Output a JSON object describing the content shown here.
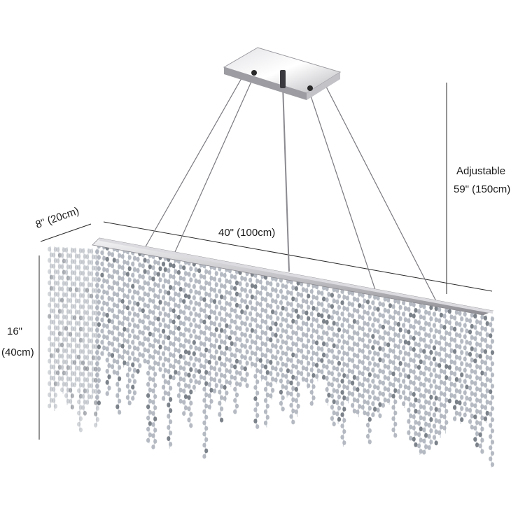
{
  "image": {
    "subject": "rectangular crystal chandelier with a chrome canopy and suspension cables",
    "colors": {
      "background": "#ffffff",
      "chrome": "#c8c8cc",
      "crystal": "#aeb4bc",
      "dimension_line": "#2a2a2a",
      "text": "#1a1a1a"
    }
  },
  "dimensions": {
    "depth": "8\" (20cm)",
    "width": "40\" (100cm)",
    "height_line1": "16\"",
    "height_line2": "(40cm)",
    "adjustable_line1": "Adjustable",
    "adjustable_line2": "59\" (150cm)"
  }
}
